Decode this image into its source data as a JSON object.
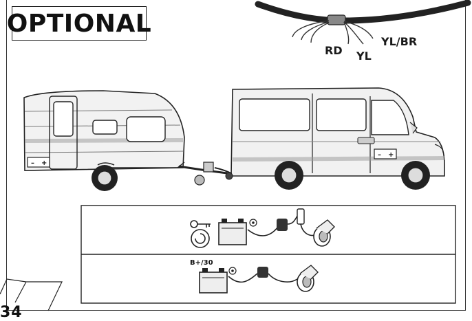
{
  "title": "OPTIONAL",
  "wires": {
    "red": "RD",
    "yellow": "YL",
    "yellow_brown": "YL/BR"
  },
  "battery_labels": {
    "minus": "–",
    "plus": "+"
  },
  "panel": {
    "row2_label": "B+/30"
  },
  "page_number": "34"
}
